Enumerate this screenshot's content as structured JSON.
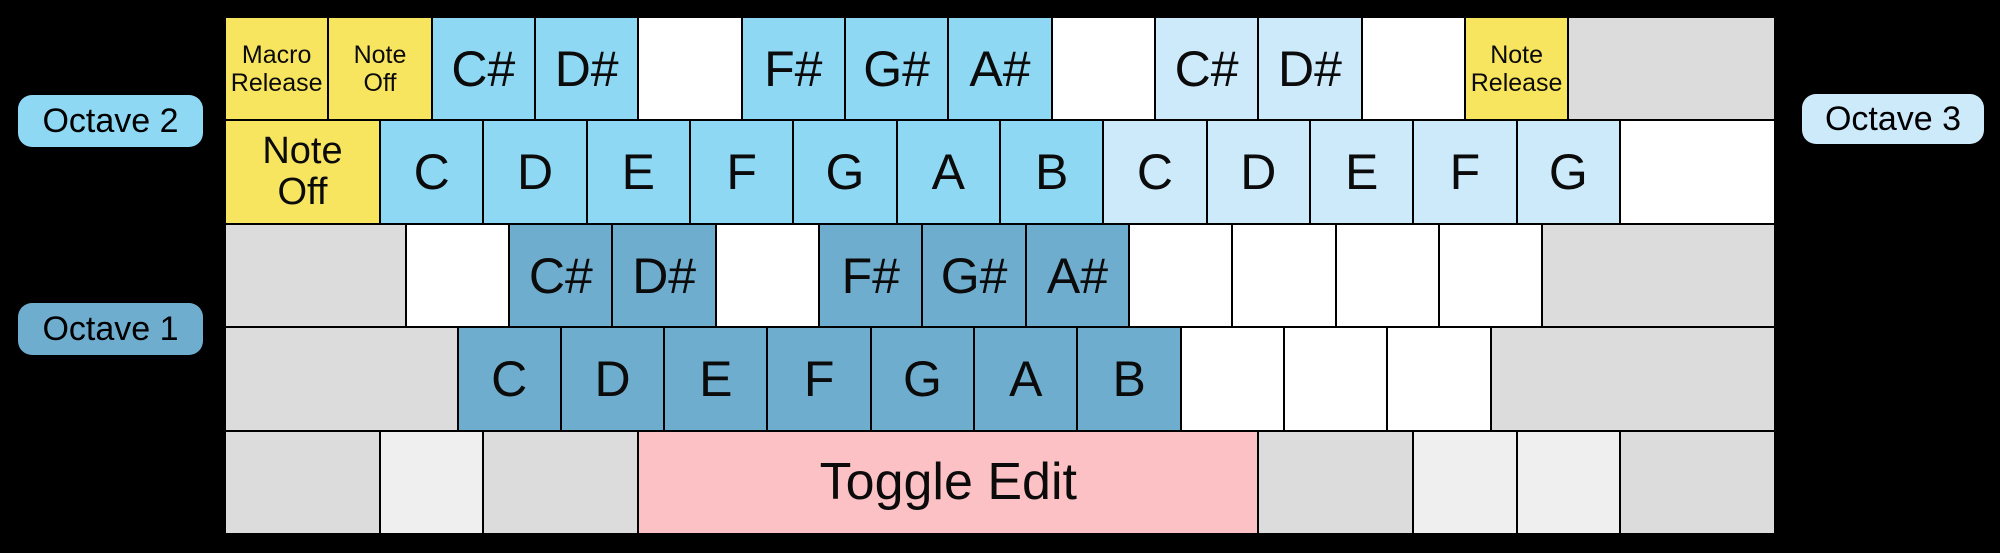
{
  "colors": {
    "background": "#000000",
    "border": "#000000",
    "octave1": "#6FADCE",
    "octave2": "#8ED8F4",
    "octave3": "#CDEAFB",
    "function": "#F8E55F",
    "toggle": "#FBC1C4",
    "modifier": "#DCDCDC",
    "modifier_light": "#EFEFEF",
    "blank": "#FFFFFF"
  },
  "octave_labels": {
    "octave1": {
      "text": "Octave 1",
      "color": "octave1"
    },
    "octave2": {
      "text": "Octave 2",
      "color": "octave2"
    },
    "octave3": {
      "text": "Octave 3",
      "color": "octave3"
    }
  },
  "keyboard": {
    "rows": [
      {
        "name": "number-row",
        "keys": [
          {
            "name": "macro-release",
            "label": "Macro\nRelease",
            "type": "function",
            "w": 1,
            "text_size": "sm"
          },
          {
            "name": "note-off",
            "label": "Note\nOff",
            "type": "function",
            "w": 1,
            "text_size": "sm"
          },
          {
            "name": "c-sharp-octave2",
            "label": "C#",
            "type": "octave2",
            "w": 1,
            "text_size": "lg"
          },
          {
            "name": "d-sharp-octave2",
            "label": "D#",
            "type": "octave2",
            "w": 1,
            "text_size": "lg"
          },
          {
            "name": "blank",
            "label": "",
            "type": "blank",
            "w": 1
          },
          {
            "name": "f-sharp-octave2",
            "label": "F#",
            "type": "octave2",
            "w": 1,
            "text_size": "lg"
          },
          {
            "name": "g-sharp-octave2",
            "label": "G#",
            "type": "octave2",
            "w": 1,
            "text_size": "lg"
          },
          {
            "name": "a-sharp-octave2",
            "label": "A#",
            "type": "octave2",
            "w": 1,
            "text_size": "lg"
          },
          {
            "name": "blank",
            "label": "",
            "type": "blank",
            "w": 1
          },
          {
            "name": "c-sharp-octave3",
            "label": "C#",
            "type": "octave3",
            "w": 1,
            "text_size": "lg"
          },
          {
            "name": "d-sharp-octave3",
            "label": "D#",
            "type": "octave3",
            "w": 1,
            "text_size": "lg"
          },
          {
            "name": "blank",
            "label": "",
            "type": "blank",
            "w": 1
          },
          {
            "name": "note-release",
            "label": "Note\nRelease",
            "type": "function",
            "w": 1,
            "text_size": "sm"
          },
          {
            "name": "backspace",
            "label": "",
            "type": "modifier",
            "w": 2
          }
        ]
      },
      {
        "name": "upper-row",
        "keys": [
          {
            "name": "note-off-tab",
            "label": "Note\nOff",
            "type": "function",
            "w": 1.5,
            "text_size": "md"
          },
          {
            "name": "c-octave2",
            "label": "C",
            "type": "octave2",
            "w": 1,
            "text_size": "lg"
          },
          {
            "name": "d-octave2",
            "label": "D",
            "type": "octave2",
            "w": 1,
            "text_size": "lg"
          },
          {
            "name": "e-octave2",
            "label": "E",
            "type": "octave2",
            "w": 1,
            "text_size": "lg"
          },
          {
            "name": "f-octave2",
            "label": "F",
            "type": "octave2",
            "w": 1,
            "text_size": "lg"
          },
          {
            "name": "g-octave2",
            "label": "G",
            "type": "octave2",
            "w": 1,
            "text_size": "lg"
          },
          {
            "name": "a-octave2",
            "label": "A",
            "type": "octave2",
            "w": 1,
            "text_size": "lg"
          },
          {
            "name": "b-octave2",
            "label": "B",
            "type": "octave2",
            "w": 1,
            "text_size": "lg"
          },
          {
            "name": "c-octave3",
            "label": "C",
            "type": "octave3",
            "w": 1,
            "text_size": "lg"
          },
          {
            "name": "d-octave3",
            "label": "D",
            "type": "octave3",
            "w": 1,
            "text_size": "lg"
          },
          {
            "name": "e-octave3",
            "label": "E",
            "type": "octave3",
            "w": 1,
            "text_size": "lg"
          },
          {
            "name": "f-octave3",
            "label": "F",
            "type": "octave3",
            "w": 1,
            "text_size": "lg"
          },
          {
            "name": "g-octave3",
            "label": "G",
            "type": "octave3",
            "w": 1,
            "text_size": "lg"
          },
          {
            "name": "blank",
            "label": "",
            "type": "blank",
            "w": 1.5
          }
        ]
      },
      {
        "name": "home-row",
        "keys": [
          {
            "name": "caps-lock",
            "label": "",
            "type": "modifier",
            "w": 1.75
          },
          {
            "name": "blank",
            "label": "",
            "type": "blank",
            "w": 1
          },
          {
            "name": "c-sharp-octave1",
            "label": "C#",
            "type": "octave1",
            "w": 1,
            "text_size": "lg"
          },
          {
            "name": "d-sharp-octave1",
            "label": "D#",
            "type": "octave1",
            "w": 1,
            "text_size": "lg"
          },
          {
            "name": "blank",
            "label": "",
            "type": "blank",
            "w": 1
          },
          {
            "name": "f-sharp-octave1",
            "label": "F#",
            "type": "octave1",
            "w": 1,
            "text_size": "lg"
          },
          {
            "name": "g-sharp-octave1",
            "label": "G#",
            "type": "octave1",
            "w": 1,
            "text_size": "lg"
          },
          {
            "name": "a-sharp-octave1",
            "label": "A#",
            "type": "octave1",
            "w": 1,
            "text_size": "lg"
          },
          {
            "name": "blank",
            "label": "",
            "type": "blank",
            "w": 1
          },
          {
            "name": "blank",
            "label": "",
            "type": "blank",
            "w": 1
          },
          {
            "name": "blank",
            "label": "",
            "type": "blank",
            "w": 1
          },
          {
            "name": "blank",
            "label": "",
            "type": "blank",
            "w": 1
          },
          {
            "name": "enter",
            "label": "",
            "type": "modifier",
            "w": 2.25
          }
        ]
      },
      {
        "name": "lower-row",
        "keys": [
          {
            "name": "left-shift",
            "label": "",
            "type": "modifier",
            "w": 2.25
          },
          {
            "name": "c-octave1",
            "label": "C",
            "type": "octave1",
            "w": 1,
            "text_size": "lg"
          },
          {
            "name": "d-octave1",
            "label": "D",
            "type": "octave1",
            "w": 1,
            "text_size": "lg"
          },
          {
            "name": "e-octave1",
            "label": "E",
            "type": "octave1",
            "w": 1,
            "text_size": "lg"
          },
          {
            "name": "f-octave1",
            "label": "F",
            "type": "octave1",
            "w": 1,
            "text_size": "lg"
          },
          {
            "name": "g-octave1",
            "label": "G",
            "type": "octave1",
            "w": 1,
            "text_size": "lg"
          },
          {
            "name": "a-octave1",
            "label": "A",
            "type": "octave1",
            "w": 1,
            "text_size": "lg"
          },
          {
            "name": "b-octave1",
            "label": "B",
            "type": "octave1",
            "w": 1,
            "text_size": "lg"
          },
          {
            "name": "blank",
            "label": "",
            "type": "blank",
            "w": 1
          },
          {
            "name": "blank",
            "label": "",
            "type": "blank",
            "w": 1
          },
          {
            "name": "blank",
            "label": "",
            "type": "blank",
            "w": 1
          },
          {
            "name": "right-shift",
            "label": "",
            "type": "modifier",
            "w": 2.75
          }
        ]
      },
      {
        "name": "bottom-row",
        "keys": [
          {
            "name": "left-ctrl",
            "label": "",
            "type": "modifier",
            "w": 1.5
          },
          {
            "name": "left-win",
            "label": "",
            "type": "modifier_light",
            "w": 1
          },
          {
            "name": "left-alt",
            "label": "",
            "type": "modifier",
            "w": 1.5
          },
          {
            "name": "toggle-edit",
            "label": "Toggle Edit",
            "type": "toggle",
            "w": 6,
            "text_size": "xl"
          },
          {
            "name": "right-alt",
            "label": "",
            "type": "modifier",
            "w": 1.5
          },
          {
            "name": "right-win",
            "label": "",
            "type": "modifier_light",
            "w": 1
          },
          {
            "name": "menu",
            "label": "",
            "type": "modifier_light",
            "w": 1
          },
          {
            "name": "right-ctrl",
            "label": "",
            "type": "modifier",
            "w": 1.5
          }
        ]
      }
    ]
  }
}
